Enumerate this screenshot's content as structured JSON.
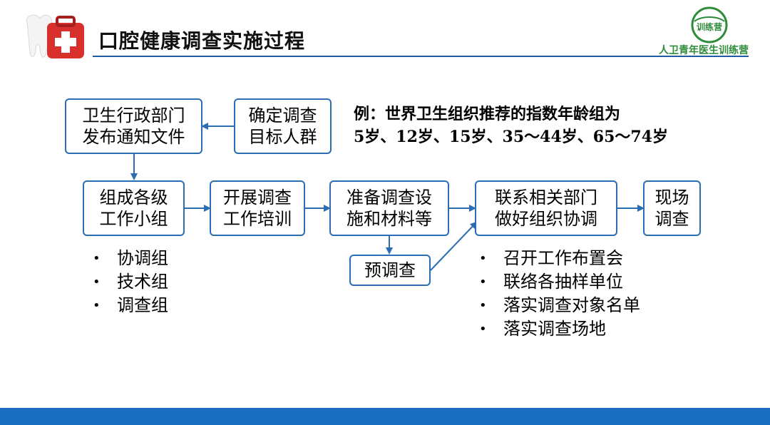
{
  "header": {
    "title": "口腔健康调查实施过程",
    "brand": "人卫青年医生训练营",
    "logo_text": "训练营"
  },
  "flow": {
    "notice": [
      "卫生行政部门",
      "发布通知文件"
    ],
    "target": [
      "确定调查",
      "目标人群"
    ],
    "groups": [
      "组成各级",
      "工作小组"
    ],
    "training": [
      "开展调查",
      "工作培训"
    ],
    "prepare": [
      "准备调查设",
      "施和材料等"
    ],
    "pretest": "预调查",
    "coordinate": [
      "联系相关部门",
      "做好组织协调"
    ],
    "field": [
      "现场",
      "调查"
    ]
  },
  "note": {
    "line1": "例：世界卫生组织推荐的指数年龄组为",
    "line2": "5岁、12岁、15岁、35～44岁、65～74岁"
  },
  "group_bullets": [
    "协调组",
    "技术组",
    "调查组"
  ],
  "coordinate_bullets": [
    "召开工作布置会",
    "联络各抽样单位",
    "落实调查对象名单",
    "落实调查场地"
  ],
  "colors": {
    "accent": "#2a6db3",
    "header_line": "#1f5aa8",
    "footer": "#1a6fc2",
    "brand": "#2e8b3a"
  }
}
